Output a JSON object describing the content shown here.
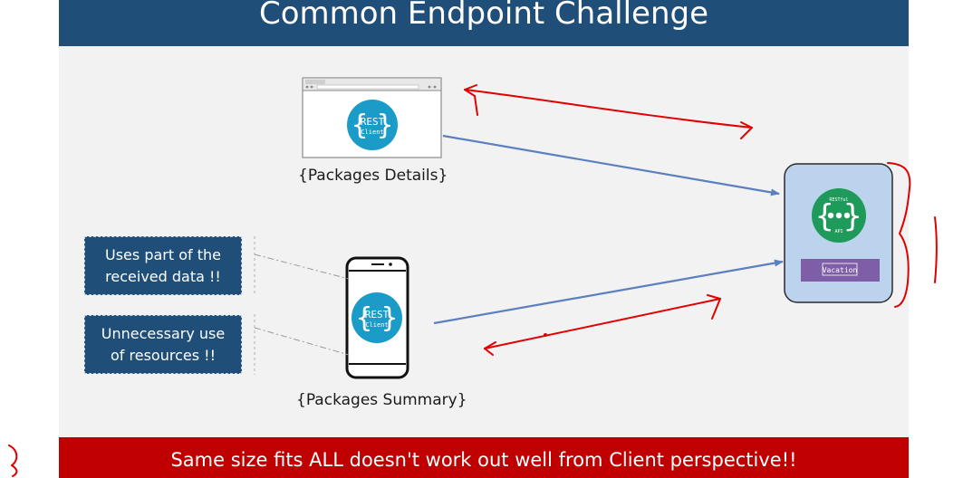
{
  "slide": {
    "title": "Common Endpoint Challenge",
    "footer_banner": "Same size fits ALL doesn't work out well from Client perspective!!"
  },
  "browser_client": {
    "caption": "{Packages Details}",
    "badge_line1": "REST",
    "badge_line2": "Client",
    "icon": "browser-window-icon"
  },
  "mobile_client": {
    "caption": "{Packages Summary}",
    "badge_line1": "REST",
    "badge_line2": "Client",
    "icon": "smartphone-icon"
  },
  "api_server": {
    "badge_top": "RESTful",
    "badge_bottom": "API",
    "resource_label": "Vacation",
    "icon": "restful-api-icon"
  },
  "callouts": [
    {
      "text": "Uses part of the received data !!"
    },
    {
      "text": "Unnecessary use of resources !!"
    }
  ],
  "colors": {
    "title_bar": "#1f4e79",
    "footer_banner": "#c00000",
    "rest_badge": "#1b9bc8",
    "api_badge": "#1e9a5a",
    "server_panel": "#bcd3ee",
    "resource_bar": "#7f5ea8",
    "arrow": "#5b7fbf",
    "annotation": "#e00000"
  }
}
